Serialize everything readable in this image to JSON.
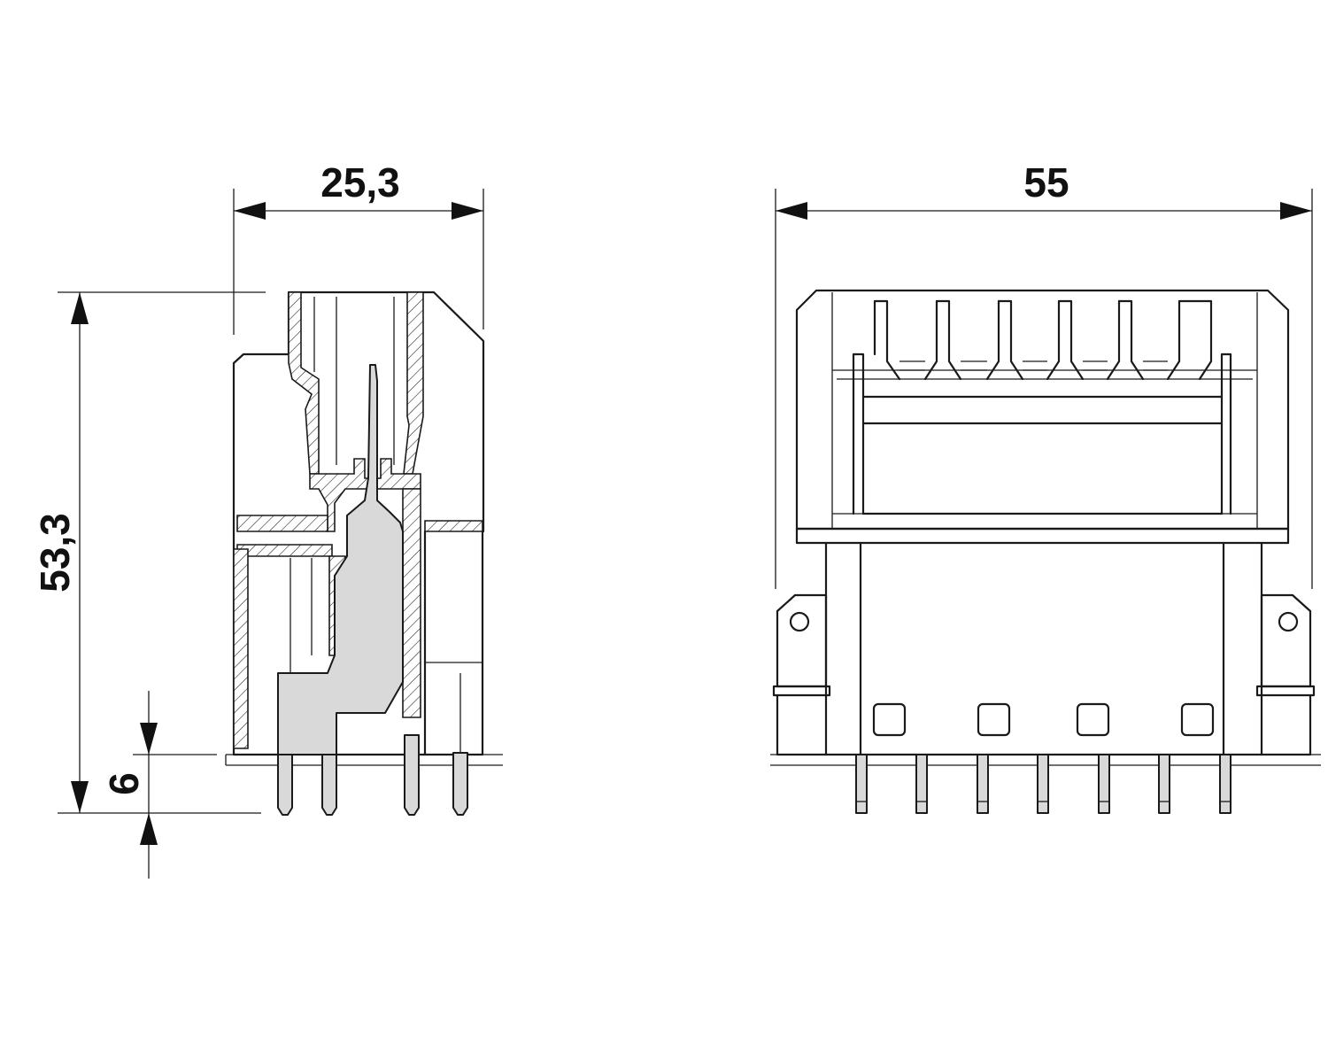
{
  "dimensions": {
    "side_width": "25,3",
    "front_width": "55",
    "total_height": "53,3",
    "pin_length": "6"
  },
  "colors": {
    "line": "#1a1a1a",
    "contact_fill": "#d9d9d9",
    "background": "#ffffff"
  }
}
